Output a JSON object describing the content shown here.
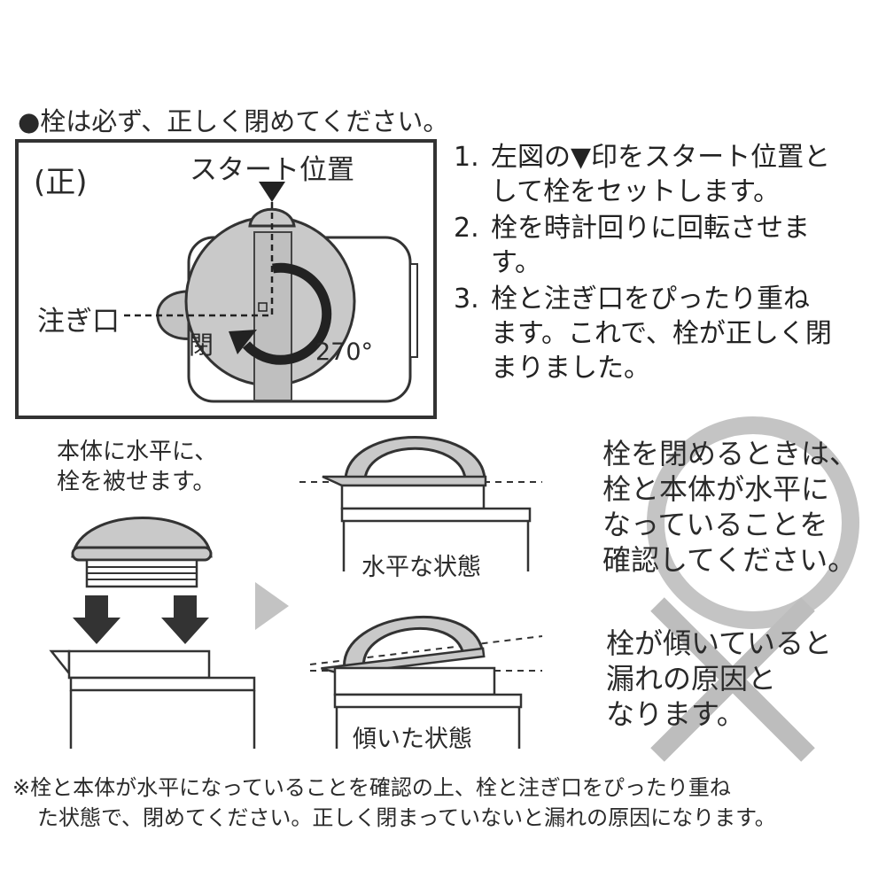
{
  "heading": "●栓は必ず、正しく閉めてください。",
  "diagram_top": {
    "mark": "(正)",
    "start_label": "スタート位置",
    "spout_label": "注ぎ口",
    "close_label": "閉",
    "angle_label": "270°"
  },
  "steps": [
    {
      "num": "1.",
      "lines": [
        "左図の▼印をスタート位置と",
        "して栓をセットします。"
      ]
    },
    {
      "num": "2.",
      "lines": [
        "栓を時計回りに回転させま",
        "す。"
      ]
    },
    {
      "num": "3.",
      "lines": [
        "栓と注ぎ口をぴったり重ね",
        "ます。これで、栓が正しく閉",
        "まりました。"
      ]
    }
  ],
  "cap_instruction": [
    "本体に水平に、",
    "栓を被せます。"
  ],
  "level_label": "水平な状態",
  "tilted_label": "傾いた状態",
  "correct_text": [
    "栓を閉めるときは、",
    "栓と本体が水平に",
    "なっていることを",
    "確認してください。"
  ],
  "wrong_text": [
    "栓が傾いていると",
    "漏れの原因と",
    "なります。"
  ],
  "footnote": [
    "※栓と本体が水平になっていることを確認の上、栓と注ぎ口をぴったり重ね",
    "た状態で、閉めてください。正しく閉まっていないと漏れの原因になります。"
  ],
  "colors": {
    "ink": "#2a2a2a",
    "cap_fill": "#c9c9c9",
    "mark_gray": "#bdbdbd"
  }
}
